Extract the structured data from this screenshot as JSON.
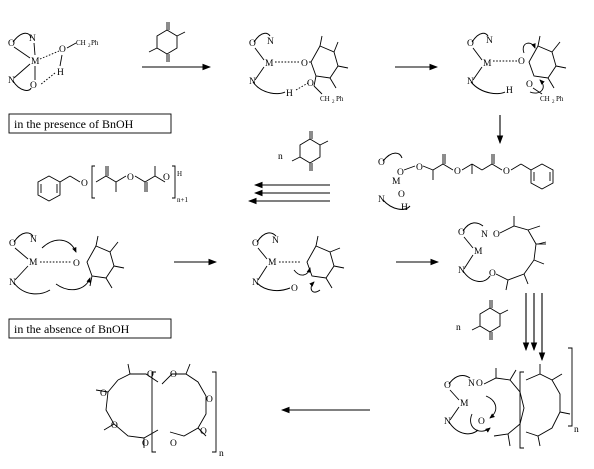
{
  "labels": {
    "condition_with_bnoh": "in the presence of BnOH",
    "condition_without_bnoh": "in the absence of BnOH"
  },
  "atoms": {
    "metal": "M",
    "oxygen": "O",
    "nitrogen": "N",
    "hydrogen": "H"
  },
  "groups": {
    "benzyl": "CH",
    "benzyl_sub": "2",
    "benzyl_tail": "Ph",
    "benzyloxy_prefix": "O",
    "benzyloxy_suffix": "CH",
    "benzyloxy_sub": "2",
    "benzyloxy_tail": "Ph",
    "monomer_count": "n",
    "polymer_h": "H",
    "polymer_repeat": "n+1",
    "ring_repeat": "n",
    "chain_repeat": "n"
  }
}
